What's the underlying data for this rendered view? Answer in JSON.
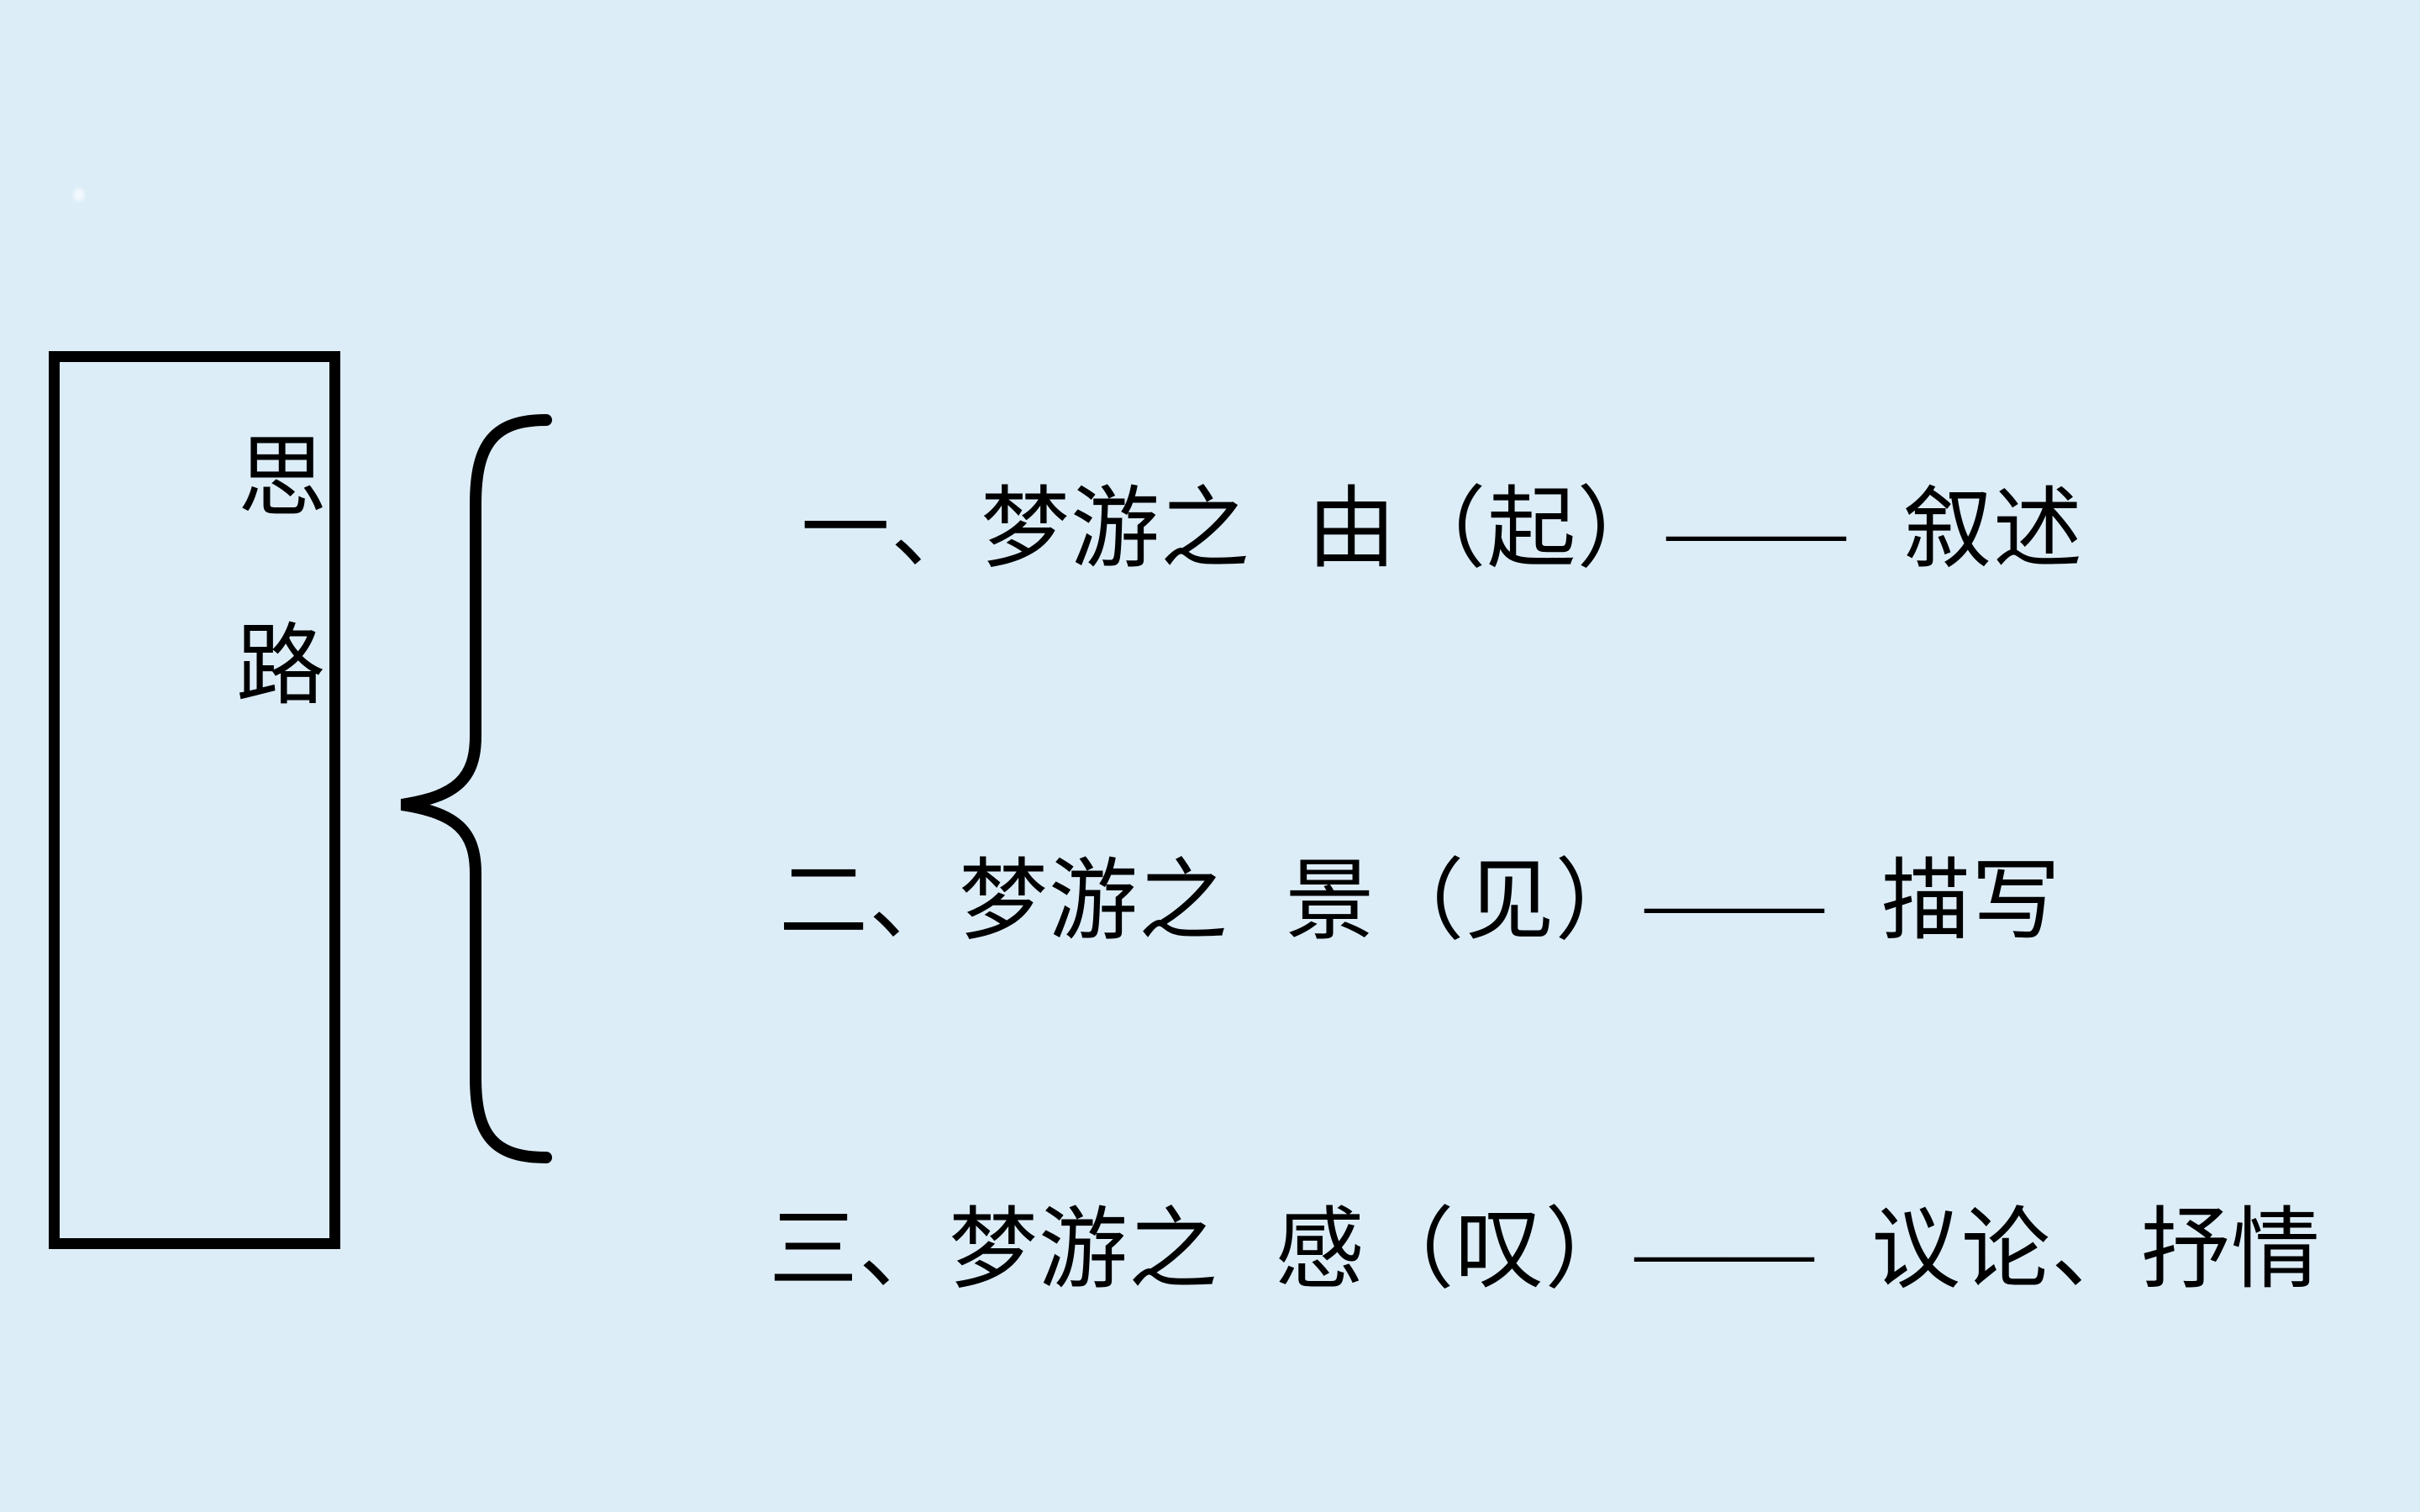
{
  "slide": {
    "background_color": "#dcedf8",
    "ink_color": "#000000"
  },
  "outline_box": {
    "label": "思路",
    "label_chars": [
      "思",
      "路"
    ]
  },
  "brace": {
    "symbol": "{",
    "name": "left-curly-brace"
  },
  "items": [
    {
      "text": "一、梦游之 由（起）—— 叙述"
    },
    {
      "text": "二、梦游之 景（见）—— 描写"
    },
    {
      "text": "三、梦游之 感（叹）—— 议论、抒情"
    }
  ]
}
